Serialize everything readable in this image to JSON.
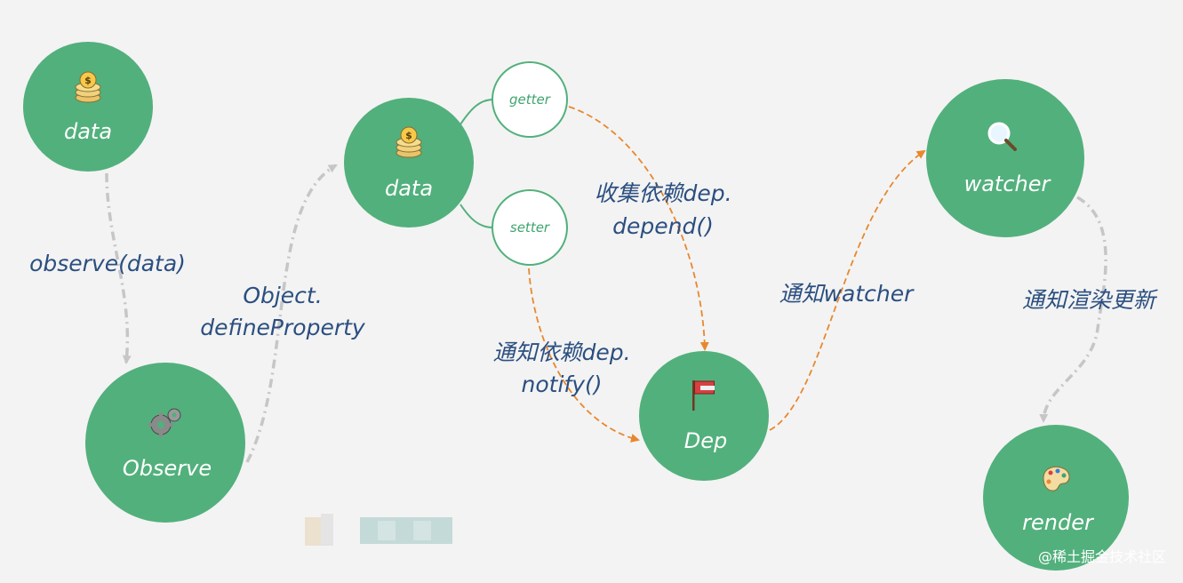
{
  "nodes": {
    "data1": "data",
    "observe": "Observe",
    "data2": "data",
    "getter": "getter",
    "setter": "setter",
    "dep": "Dep",
    "watcher": "watcher",
    "render": "render"
  },
  "edges": {
    "observe_data": "observe(data)",
    "define_line1": "Object.",
    "define_line2": "defineProperty",
    "collect_line1": "收集依赖dep.",
    "collect_line2": "depend()",
    "notify_line1": "通知依赖dep.",
    "notify_line2": "notify()",
    "notify_watcher": "通知watcher",
    "notify_render": "通知渲染更新"
  },
  "watermark": "@稀土掘金技术社区",
  "colors": {
    "node_fill": "#52b07c",
    "background": "#f3f3f3",
    "label_text": "#2b4f80",
    "orange_arrow": "#e8882e",
    "gray_arrow": "#c6c6c6"
  },
  "icons": {
    "data1": "coin-stack-icon",
    "data2": "coin-stack-icon",
    "observe": "gears-icon",
    "dep": "flag-icon",
    "watcher": "magnifier-icon",
    "render": "palette-icon"
  }
}
